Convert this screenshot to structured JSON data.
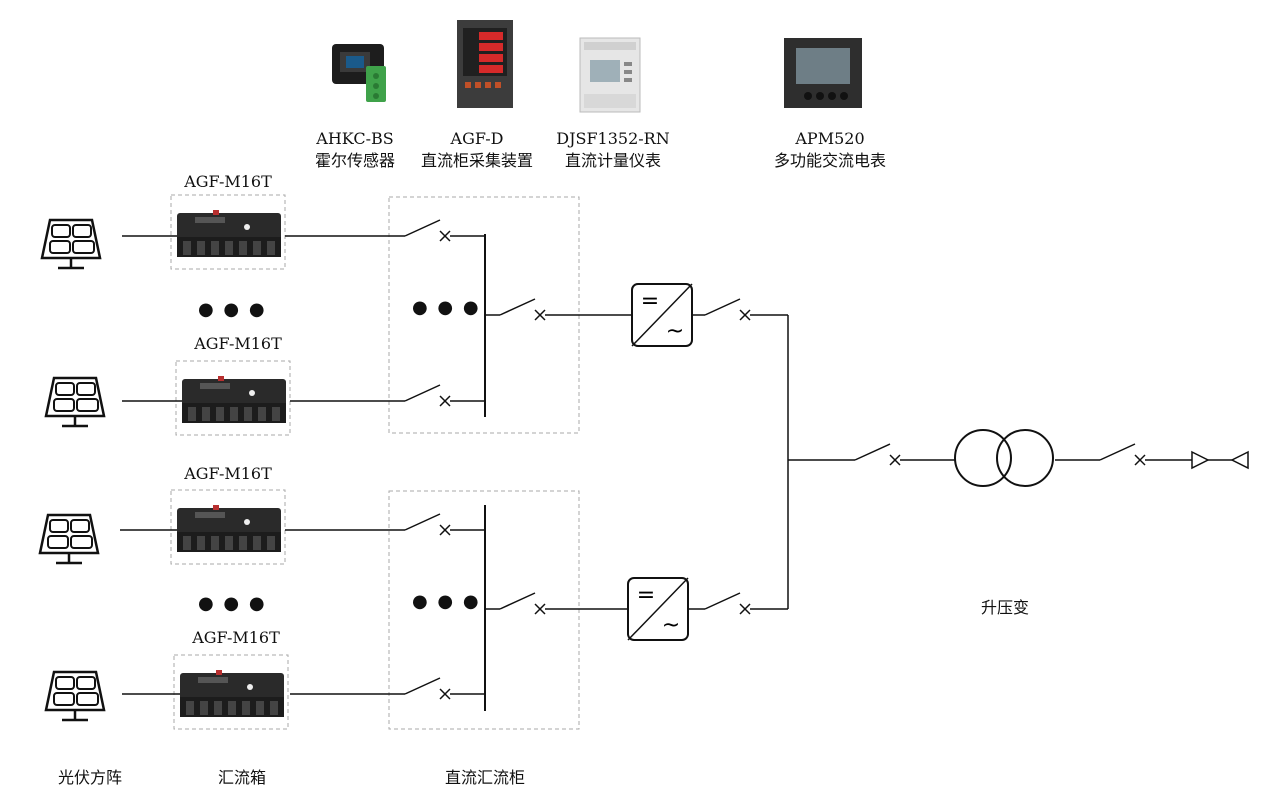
{
  "devices": [
    {
      "model": "AHKC-BS",
      "name": "霍尔传感器",
      "icon": "hall-sensor-icon"
    },
    {
      "model": "AGF-D",
      "name": "直流柜采集装置",
      "icon": "dc-cabinet-collector-icon"
    },
    {
      "model": "DJSF1352-RN",
      "name": "直流计量仪表",
      "icon": "dc-meter-icon"
    },
    {
      "model": "APM520",
      "name": "多功能交流电表",
      "icon": "ac-multifunction-meter-icon"
    }
  ],
  "combiner_label": "AGF-M16T",
  "ellipsis": "● ● ●",
  "inverter_symbols": {
    "dc": "=",
    "ac": "~"
  },
  "transformer_label": "升压变",
  "bottom_labels": {
    "pv_array": "光伏方阵",
    "combiner_box": "汇流箱",
    "dc_cabinet": "直流汇流柜"
  },
  "colors": {
    "line": "#111111",
    "dashed_box": "#aaaaaa",
    "device_body": "#2a2a2a"
  }
}
